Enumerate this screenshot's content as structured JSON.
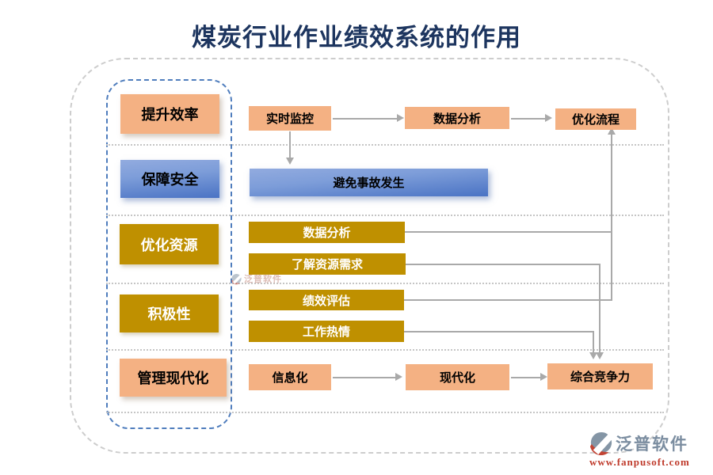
{
  "title": "煤炭行业作业绩效系统的作用",
  "sidebar": {
    "items": [
      {
        "label": "提升效率",
        "style": "orange"
      },
      {
        "label": "保障安全",
        "style": "blue-gradient"
      },
      {
        "label": "优化资源",
        "style": "gold"
      },
      {
        "label": "积极性",
        "style": "gold"
      },
      {
        "label": "管理现代化",
        "style": "orange"
      }
    ]
  },
  "flow": {
    "row1": [
      "实时监控",
      "数据分析",
      "优化流程"
    ],
    "row2": "避免事故发生",
    "row3": [
      "数据分析",
      "了解资源需求"
    ],
    "row4": [
      "绩效评估",
      "工作热情"
    ],
    "row5": [
      "信息化",
      "现代化",
      "综合竞争力"
    ]
  },
  "watermark": {
    "center": "泛普软件",
    "brand": "泛普软件",
    "url": "www.fanpusoft.com"
  },
  "colors": {
    "title": "#1d355f",
    "orange_box": "#f4b183",
    "gold_box": "#bf9000",
    "blue_gradient_from": "#92abdf",
    "blue_gradient_to": "#4a73c4",
    "connector": "#a9a9a9",
    "sidebar_dash_border": "#4f7dbd",
    "outer_dash_border": "#cdcdcd",
    "brand_gray": "#7b8da0",
    "brand_red": "#bf3a2b"
  }
}
